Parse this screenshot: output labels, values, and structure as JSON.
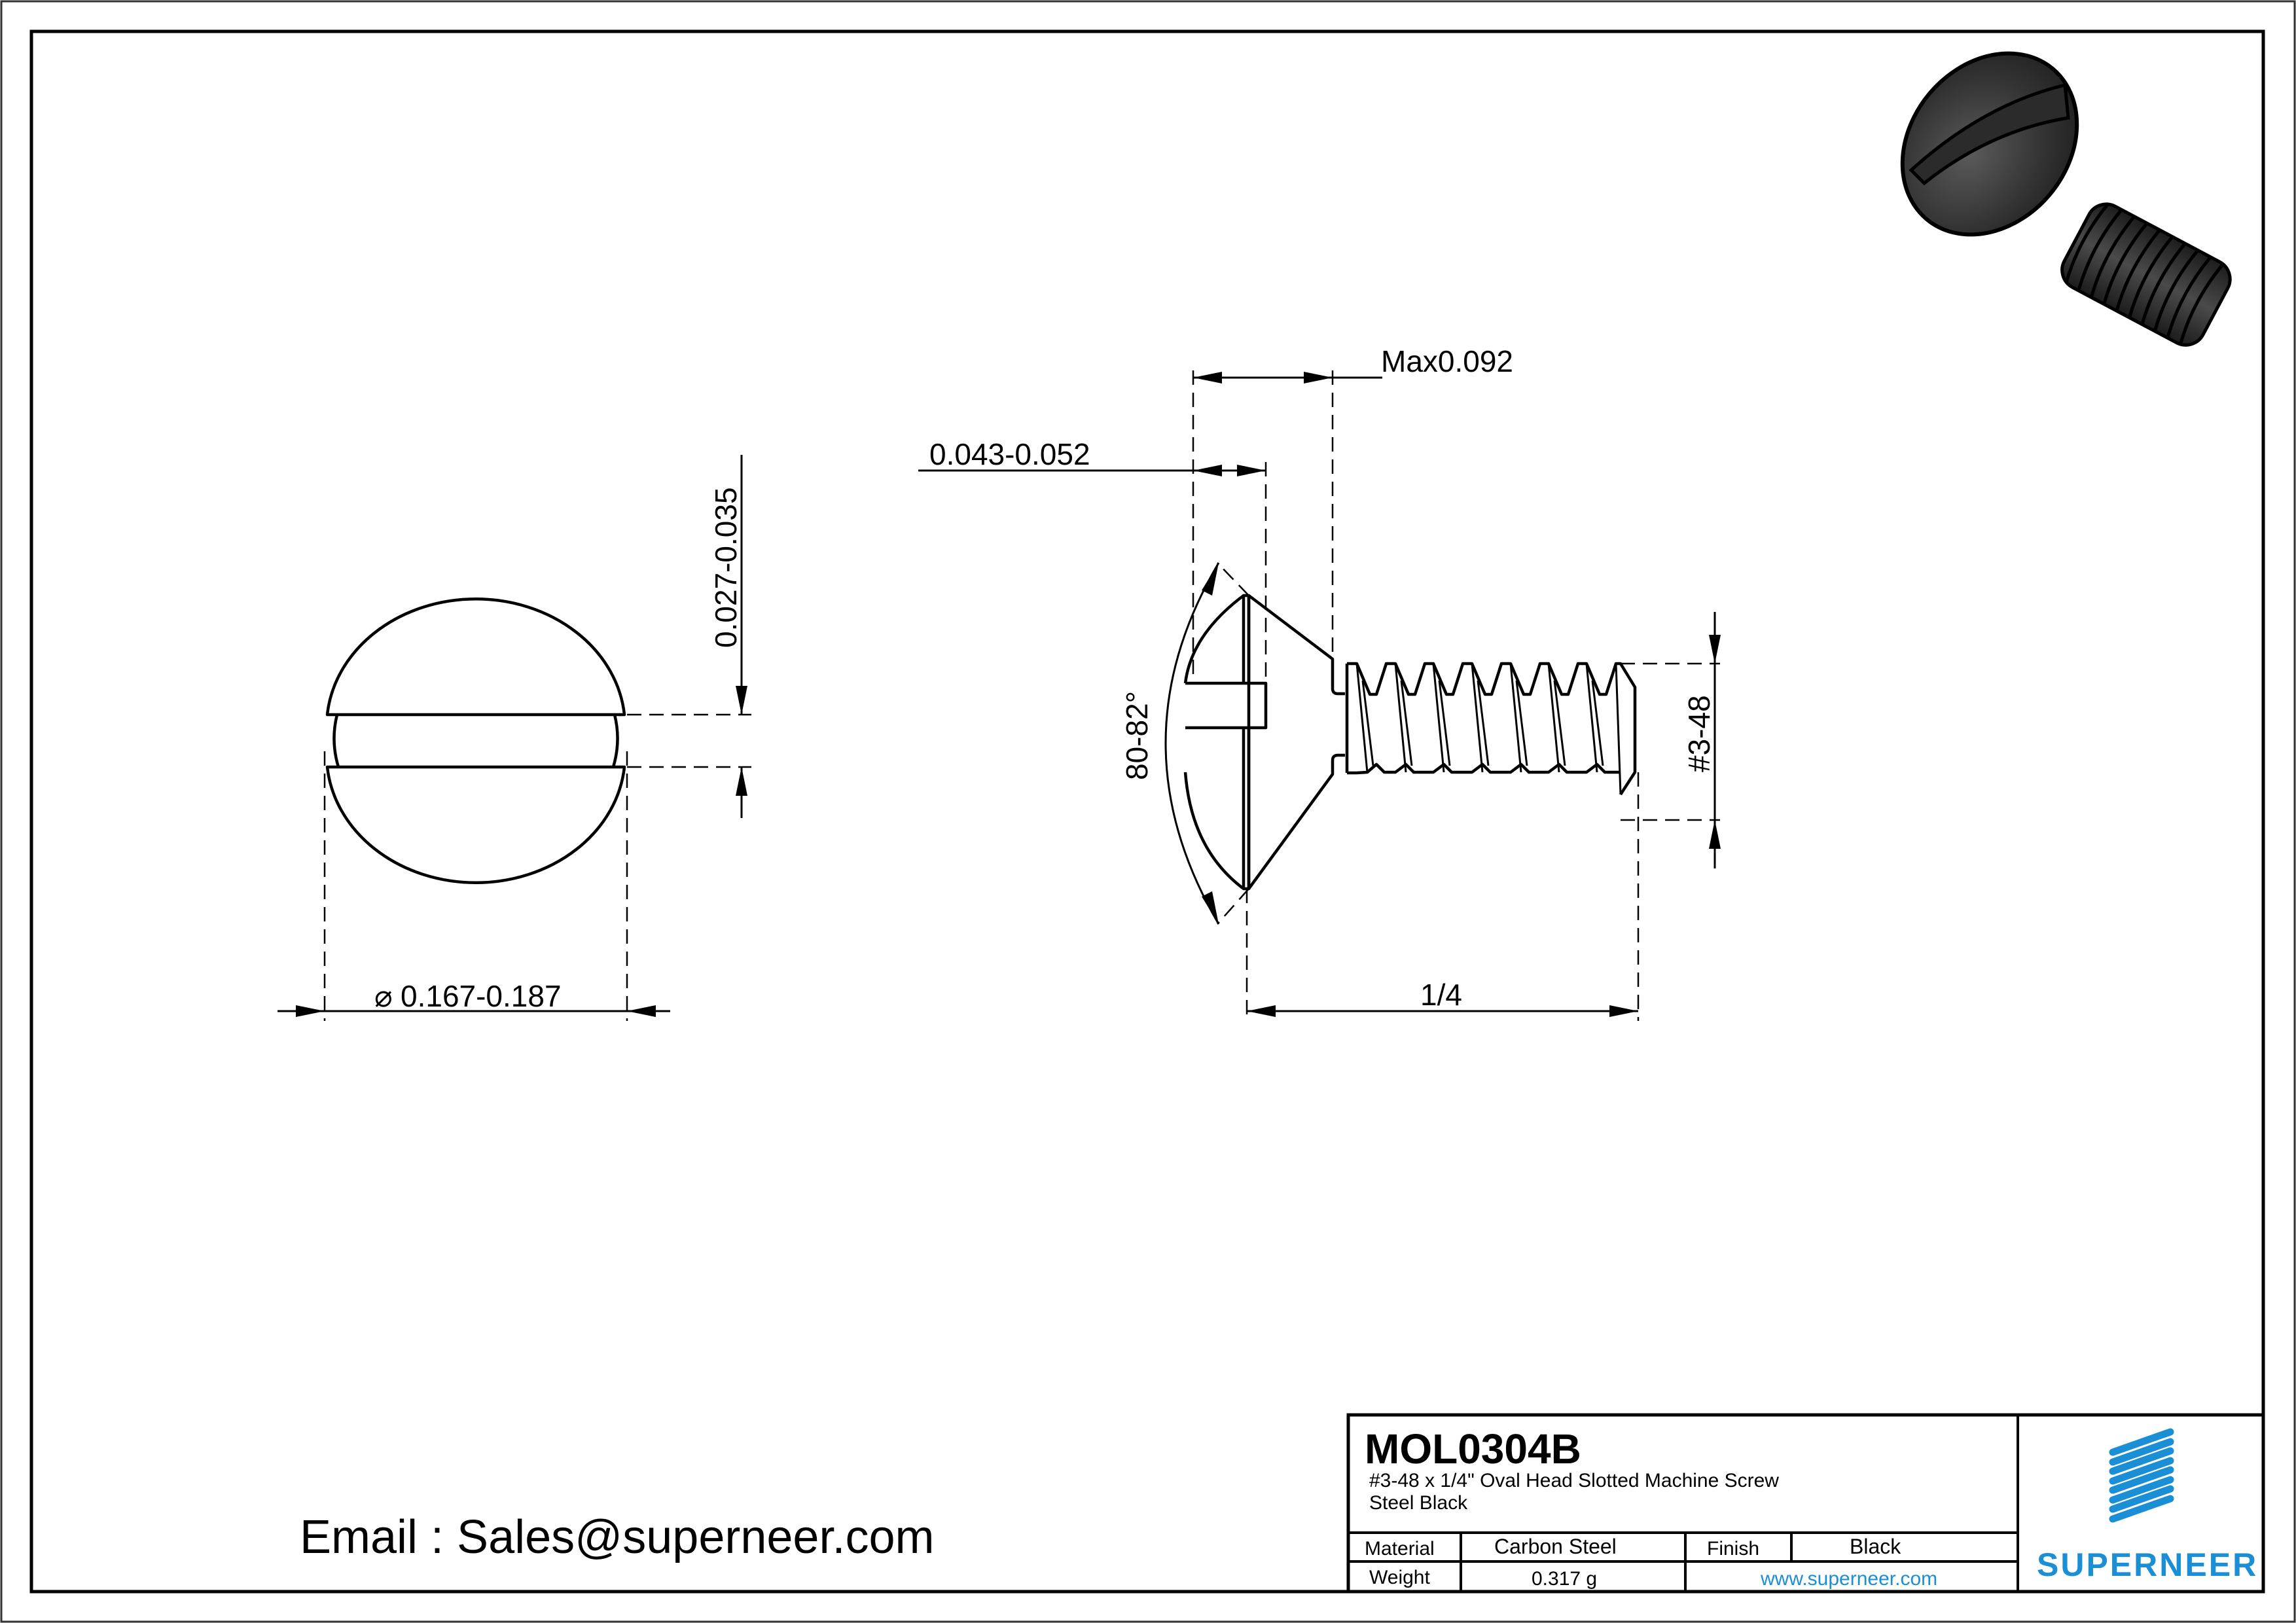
{
  "drawing": {
    "border": {
      "outer": [
        2,
        2,
        3506,
        2478
      ],
      "inner": [
        48,
        48,
        3458,
        2432
      ]
    }
  },
  "top_view": {
    "diameter_symbol": "⌀",
    "diameter_label": "0.167-0.187",
    "slot_width_label": "0.027-0.035"
  },
  "side_view": {
    "head_height_label": "Max0.092",
    "slot_depth_label": "0.043-0.052",
    "head_angle_label": "80-82°",
    "thread_label": "#3-48",
    "length_label": "1/4"
  },
  "render_3d": {
    "description": "black oval head slotted machine screw isometric render",
    "color": "#2a2a2a"
  },
  "contact": {
    "email_line": "Email : Sales@superneer.com"
  },
  "title_block": {
    "part_number": "MOL0304B",
    "description_line1": "#3-48 x 1/4\" Oval Head Slotted Machine Screw",
    "description_line2": "Steel Black",
    "material_label": "Material",
    "material_value": "Carbon Steel",
    "finish_label": "Finish",
    "finish_value": "Black",
    "weight_label": "Weight",
    "weight_value": "0.317 g",
    "website": "www.superneer.com",
    "brand_name": "SUPERNEER",
    "brand_color": "#1a8fd6"
  }
}
